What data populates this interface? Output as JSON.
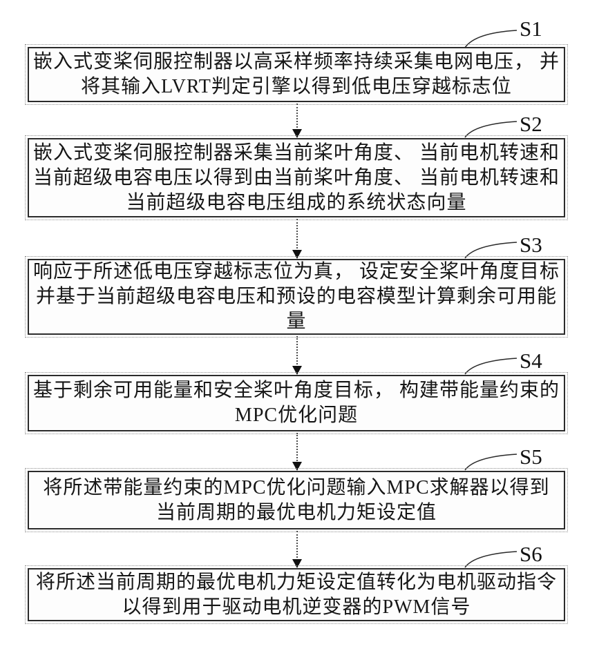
{
  "figure": {
    "type": "flowchart",
    "colors": {
      "background": "#ffffff",
      "ink": "#161616",
      "box_border": "#2b2b2b",
      "outer_dotted_outline": "#8f8f8f",
      "arrow": "#101010"
    },
    "steps": [
      {
        "label": "S1",
        "lines": [
          "嵌入式变桨伺服控制器以高采样频率持续采集电网电压， 并",
          "将其输入LVRT判定引擎以得到低电压穿越标志位"
        ]
      },
      {
        "label": "S2",
        "lines": [
          "嵌入式变桨伺服控制器采集当前桨叶角度、 当前电机转速和",
          "当前超级电容电压以得到由当前桨叶角度、 当前电机转速和",
          "当前超级电容电压组成的系统状态向量"
        ]
      },
      {
        "label": "S3",
        "lines": [
          "响应于所述低电压穿越标志位为真， 设定安全桨叶角度目标",
          "并基于当前超级电容电压和预设的电容模型计算剩余可用能",
          "量"
        ]
      },
      {
        "label": "S4",
        "lines": [
          "基于剩余可用能量和安全桨叶角度目标， 构建带能量约束的",
          "MPC优化问题"
        ]
      },
      {
        "label": "S5",
        "lines": [
          "将所述带能量约束的MPC优化问题输入MPC求解器以得到",
          "当前周期的最优电机力矩设定值"
        ]
      },
      {
        "label": "S6",
        "lines": [
          "将所述当前周期的最优电机力矩设定值转化为电机驱动指令",
          "以得到用于驱动电机逆变器的PWM信号"
        ]
      }
    ]
  }
}
